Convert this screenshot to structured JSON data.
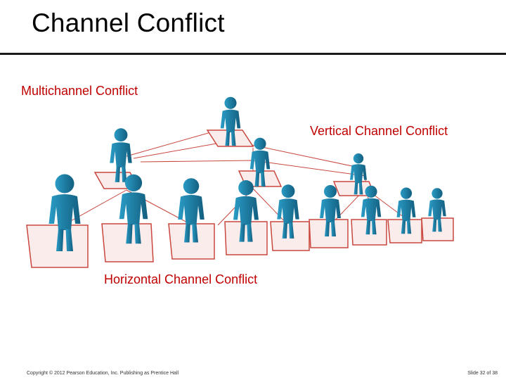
{
  "slide": {
    "title": "Channel Conflict",
    "labels": {
      "multichannel": "Multichannel Conflict",
      "vertical": "Vertical Channel Conflict",
      "horizontal": "Horizontal Channel Conflict"
    },
    "footer": {
      "copyright": "Copyright © 2012 Pearson Education, Inc. Publishing as Prentice Hall",
      "slide_number": "Slide 32 of 38"
    }
  },
  "colors": {
    "title_text": "#000000",
    "label_text": "#c00000",
    "figure": "#1f7fa6",
    "square_fill": "#fbecec",
    "square_stroke": "#c9473f"
  }
}
